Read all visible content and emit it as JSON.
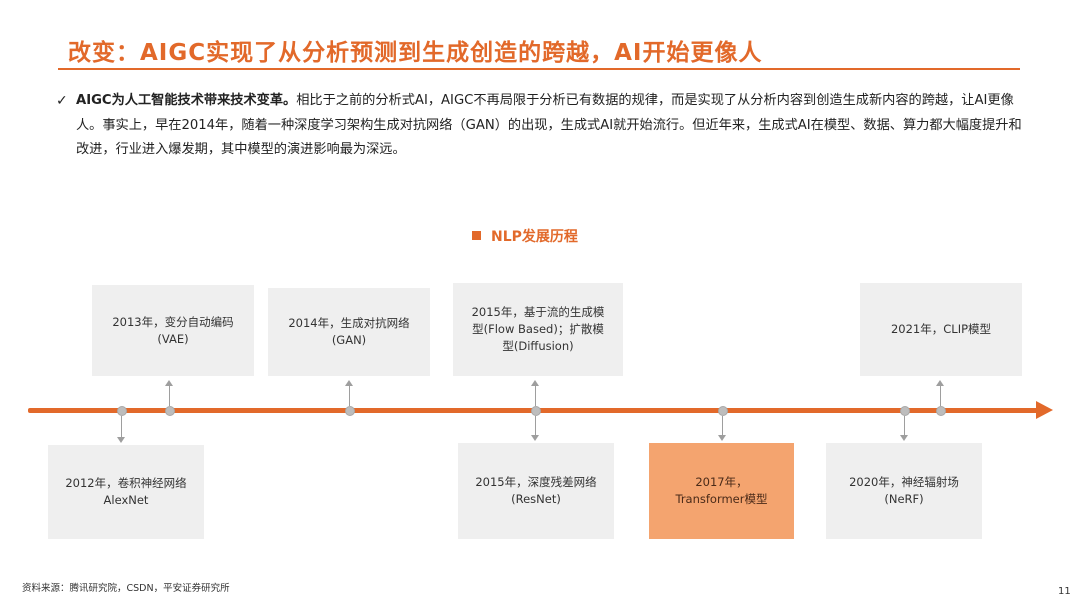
{
  "header": {
    "title": "改变：AIGC实现了从分析预测到生成创造的跨越，AI开始更像人"
  },
  "summary": {
    "check_icon": "✓",
    "bold_lead": "AIGC为人工智能技术带来技术变革。",
    "text": "相比于之前的分析式AI，AIGC不再局限于分析已有数据的规律，而是实现了从分析内容到创造生成新内容的跨越，让AI更像人。事实上，早在2014年，随着一种深度学习架构生成对抗网络（GAN）的出现，生成式AI就开始流行。但近年来，生成式AI在模型、数据、算力都大幅度提升和改进，行业进入爆发期，其中模型的演进影响最为深远。"
  },
  "diagram": {
    "section_title": "NLP发展历程",
    "accent_color": "#e2692a",
    "milestones_top": [
      {
        "text": "2013年，变分自动编码\n(VAE)"
      },
      {
        "text": "2014年，生成对抗网络\n(GAN)"
      },
      {
        "text": "2015年，基于流的生成模\n型(Flow Based)；扩散模\n型(Diffusion)"
      },
      {
        "text": "2021年，CLIP模型"
      }
    ],
    "milestones_bottom": [
      {
        "text": "2012年，卷积神经网络\nAlexNet"
      },
      {
        "text": "2015年，深度残差网络\n(ResNet)"
      },
      {
        "text": "2017年，\nTransformer模型",
        "highlight": true
      },
      {
        "text": "2020年，神经辐射场\n(NeRF)"
      }
    ]
  },
  "footer": {
    "source": "资料来源：腾讯研究院，CSDN，平安证券研究所",
    "page_number": "11"
  }
}
